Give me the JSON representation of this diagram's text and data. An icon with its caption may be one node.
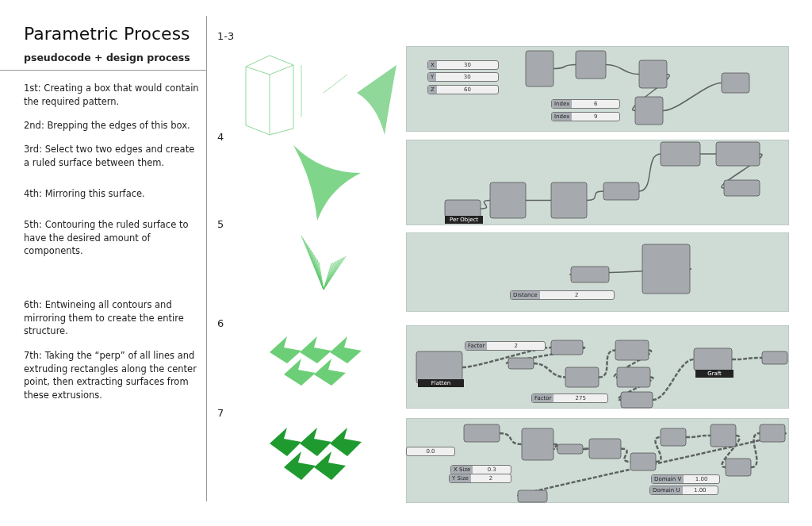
{
  "diagram": {
    "title": "Parametric Process",
    "nodes": [
      {
        "text": [],
        "shape": "picture"
      },
      {
        "text": [],
        "shape": "picture"
      },
      {
        "text": [],
        "shape": "picture"
      },
      {
        "text": [],
        "shape": "picture"
      },
      {
        "text": [],
        "shape": "picture"
      },
      {
        "text": [],
        "shape": "picture"
      },
      {
        "text": [],
        "shape": "picture"
      },
      {
        "text": [],
        "shape": "picture"
      },
      {
        "text": [],
        "shape": "picture"
      },
      {
        "text": [],
        "shape": "picture"
      }
    ],
    "edges": [],
    "labels": [
      "pseudocode + design process",
      "1st: Creating a box that would contain the required pattern.",
      "2nd: Brepping the edges of this box.",
      "3rd: Select two two edges and create a ruled surface between them.",
      "4th: Mirroring this surface.",
      "5th: Contouring the ruled surface to have the desired amount of components.",
      "6th: Entwineing all contours and mirroring them to create the entire structure.",
      "7th: Taking the “perp” of all lines and extruding rectangles along the center point, then extracting surfaces from these extrusions.",
      "1-3",
      "X",
      "30",
      "Y",
      "30",
      "Z",
      "60",
      "Index",
      "6",
      "Index",
      "9",
      "4",
      "Per Object",
      "5",
      "Distance",
      "2",
      "6",
      "Factor",
      "2",
      "Flatten",
      "Graft",
      "Factor",
      "275",
      "7",
      "0.0",
      "X Size",
      "0.3",
      "Y Size",
      "2",
      "Domain V",
      "1.00",
      "Domain U",
      "1.00"
    ]
  }
}
